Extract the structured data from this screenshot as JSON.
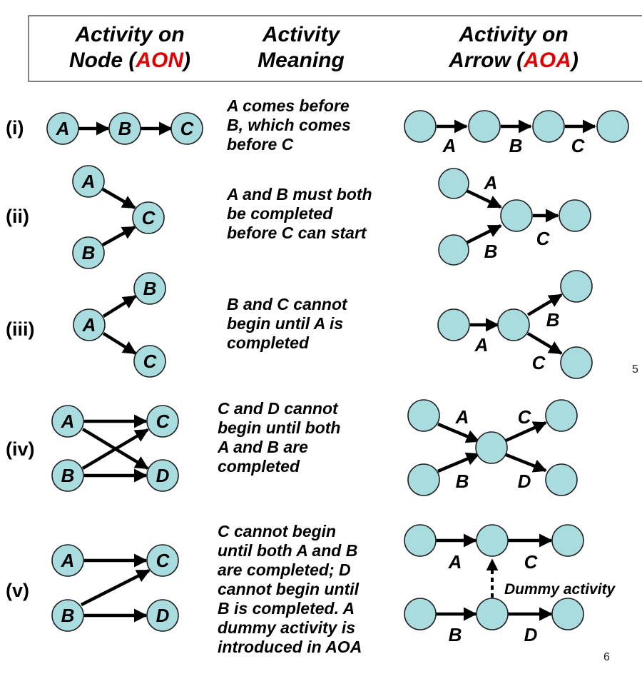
{
  "header": {
    "col1": {
      "line1": "Activity on",
      "line2_prefix": "Node (",
      "line2_accent": "AON",
      "line2_suffix": ")"
    },
    "col2": {
      "line1": "Activity",
      "line2": "Meaning"
    },
    "col3": {
      "line1": "Activity on",
      "line2_prefix": "Arrow (",
      "line2_accent": "AOA",
      "line2_suffix": ")"
    },
    "accent_color": "#e00000"
  },
  "rows": [
    {
      "label": "(i)",
      "meaning": [
        "A comes before",
        "B, which comes",
        "before C"
      ]
    },
    {
      "label": "(ii)",
      "meaning": [
        "A and B must both",
        "be completed",
        "before C can start"
      ]
    },
    {
      "label": "(iii)",
      "meaning": [
        "B and C cannot",
        "begin until A is",
        "completed"
      ]
    },
    {
      "label": "(iv)",
      "meaning": [
        "C and D cannot",
        "begin until both",
        "A and B are",
        "completed"
      ]
    },
    {
      "label": "(v)",
      "meaning": [
        "C cannot begin",
        "until both A and B",
        "are completed; D",
        "cannot begin until",
        "B is completed. A",
        "dummy activity is",
        "introduced in AOA"
      ]
    }
  ],
  "activities": {
    "a": "A",
    "b": "B",
    "c": "C",
    "d": "D"
  },
  "dummy_label": "Dummy activity",
  "page_numbers": {
    "p1": "5",
    "p2": "6"
  },
  "node_color": "#a9dcdf"
}
